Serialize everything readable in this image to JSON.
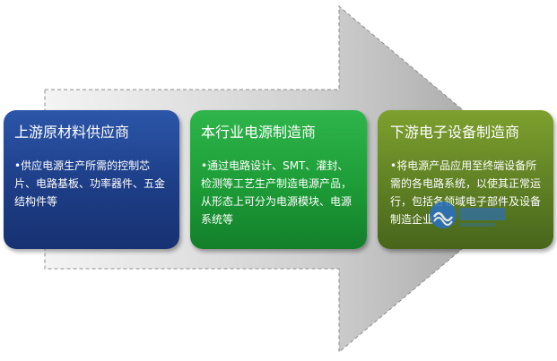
{
  "cards": [
    {
      "title": "上游原材料供应商",
      "body": "•供应电源生产所需的控制芯片、电路基板、功率器件、五金结构件等"
    },
    {
      "title": "本行业电源制造商",
      "body": "•通过电路设计、SMT、灌封、检测等工艺生产制造电源产品，从形态上可分为电源模块、电源系统等"
    },
    {
      "title": "下游电子设备制造商",
      "body": "•将电源产品应用至终端设备所需的各电路系统，以使其正常运行，包括各领域电子部件及设备制造企业"
    }
  ],
  "colors": {
    "upstream": "#1f438f",
    "industry": "#1fa03a",
    "downstream": "#5a7a24",
    "arrow": "#a9a9a9"
  }
}
